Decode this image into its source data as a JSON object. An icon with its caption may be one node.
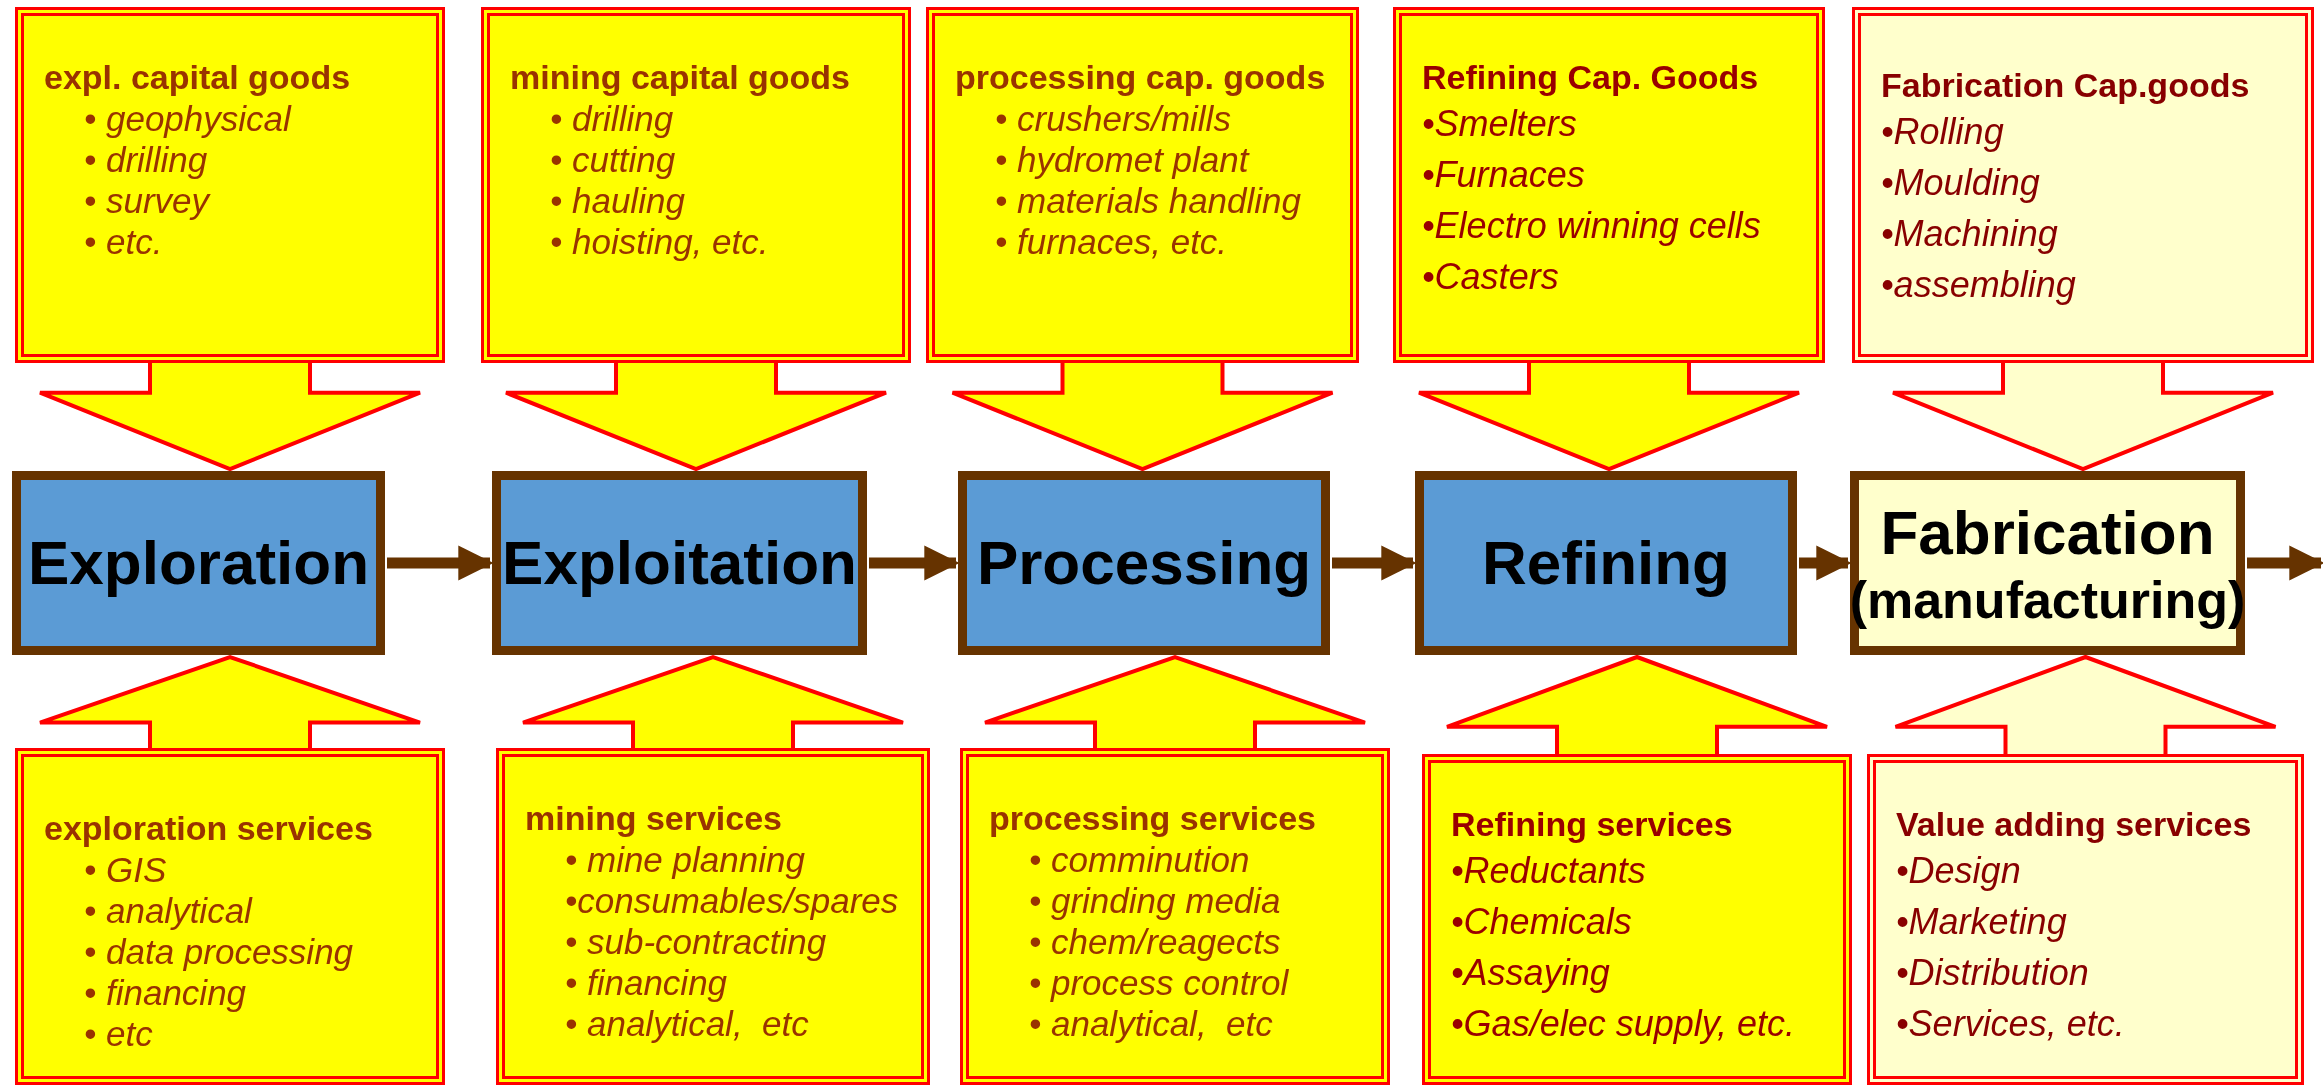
{
  "diagram": {
    "nodes": [
      {
        "text": [
          "expl. capital goods",
          "• geophysical",
          "• drilling",
          "• survey",
          "• etc."
        ]
      },
      {
        "text": [
          "mining capital goods",
          "• drilling",
          "• cutting",
          "• hauling",
          "• hoisting, etc."
        ]
      },
      {
        "text": [
          "processing cap. goods",
          "• crushers/mills",
          "• hydromet plant",
          "• materials handling",
          "• furnaces, etc."
        ]
      },
      {
        "text": [
          "Refining Cap. Goods",
          "•Smelters",
          "•Furnaces",
          "•Electro winning cells",
          "•Casters"
        ]
      },
      {
        "text": [
          "Fabrication Cap.goods",
          "•Rolling",
          "•Moulding",
          "•Machining",
          "•assembling"
        ]
      },
      {
        "text": [
          "Exploration"
        ]
      },
      {
        "text": [
          "Exploitation"
        ]
      },
      {
        "text": [
          "Processing"
        ]
      },
      {
        "text": [
          "Refining"
        ]
      },
      {
        "text": [
          "Fabrication",
          "(manufacturing)"
        ]
      },
      {
        "text": [
          "exploration services",
          "• GIS",
          "• analytical",
          "• data processing",
          "• financing",
          "• etc"
        ]
      },
      {
        "text": [
          "mining services",
          "• mine planning",
          "•consumables/spares",
          "• sub-contracting",
          "• financing",
          "• analytical,  etc"
        ]
      },
      {
        "text": [
          "processing services",
          "• comminution",
          "• grinding media",
          "• chem/reagects",
          "• process control",
          "• analytical,  etc"
        ]
      },
      {
        "text": [
          "Refining services",
          "•Reductants",
          "•Chemicals",
          "•Assaying",
          "•Gas/elec supply, etc."
        ]
      },
      {
        "text": [
          "Value adding services",
          "•Design",
          "•Marketing",
          "•Distribution",
          "•Services, etc."
        ]
      }
    ],
    "edges": [
      {
        "from": 5,
        "to": 6,
        "arrow": "to",
        "color": "#663300"
      },
      {
        "from": 6,
        "to": 7,
        "arrow": "to",
        "color": "#663300"
      },
      {
        "from": 7,
        "to": 8,
        "arrow": "to",
        "color": "#663300"
      },
      {
        "from": 8,
        "to": 9,
        "arrow": "to",
        "color": "#663300"
      },
      {
        "from": 9,
        "to": null,
        "arrow": "to",
        "color": "#663300"
      },
      {
        "from": 0,
        "to": 5,
        "arrow": "to",
        "style": "thick"
      },
      {
        "from": 1,
        "to": 6,
        "arrow": "to",
        "style": "thick"
      },
      {
        "from": 2,
        "to": 7,
        "arrow": "to",
        "style": "thick"
      },
      {
        "from": 3,
        "to": 8,
        "arrow": "to",
        "style": "thick"
      },
      {
        "from": 4,
        "to": 9,
        "arrow": "to",
        "style": "thick",
        "color": "#ffffcc"
      },
      {
        "from": 10,
        "to": 5,
        "arrow": "to",
        "style": "thick"
      },
      {
        "from": 11,
        "to": 6,
        "arrow": "to",
        "style": "thick"
      },
      {
        "from": 12,
        "to": 7,
        "arrow": "to",
        "style": "thick"
      },
      {
        "from": 13,
        "to": 8,
        "arrow": "to",
        "style": "thick"
      },
      {
        "from": 14,
        "to": 9,
        "arrow": "to",
        "style": "thick",
        "color": "#ffffcc"
      }
    ]
  }
}
